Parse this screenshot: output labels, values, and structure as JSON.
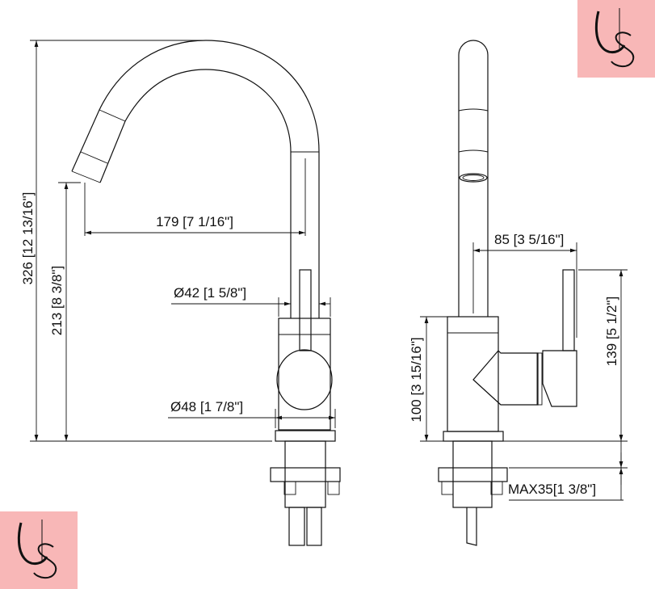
{
  "drawing": {
    "title": "Kitchen faucet dimension drawing",
    "dimensions": {
      "total_height": "326 [12 13/16\"]",
      "spout_height": "213 [8 3/8\"]",
      "spout_reach": "179 [7 1/16\"]",
      "spout_diameter": "Ø42 [1 5/8\"]",
      "body_diameter": "Ø48 [1 7/8\"]",
      "handle_offset": "85 [3 5/16\"]",
      "body_height": "100 [3 15/16\"]",
      "handle_height": "139 [5 1/2\"]",
      "max_deck_thickness": "MAX35[1 3/8\"]"
    }
  },
  "logo": {
    "text": "US",
    "background": "#f8b7b7"
  }
}
